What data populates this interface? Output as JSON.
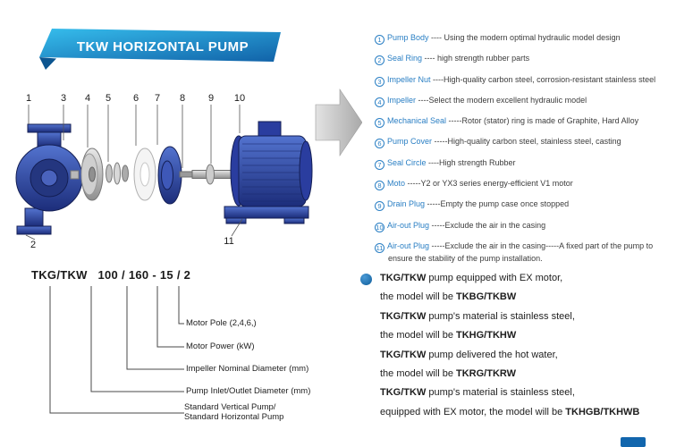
{
  "banner": {
    "title": "TKW HORIZONTAL PUMP"
  },
  "diagram": {
    "top_numbers": [
      "1",
      "3",
      "4",
      "5",
      "6",
      "7",
      "8",
      "9",
      "10"
    ],
    "bottom_numbers": [
      "2",
      "11"
    ]
  },
  "parts_list": [
    {
      "num": "1",
      "name": "Pump Body",
      "desc": "---- Using the modern optimal hydraulic model design"
    },
    {
      "num": "2",
      "name": "Seal Ring",
      "desc": "---- high strength rubber parts"
    },
    {
      "num": "3",
      "name": "Impeller Nut",
      "desc": "----High-quality carbon steel, corrosion-resistant stainless steel"
    },
    {
      "num": "4",
      "name": "Impeller",
      "desc": "----Select the modern excellent hydraulic model"
    },
    {
      "num": "5",
      "name": "Mechanical Seal",
      "desc": "-----Rotor (stator) ring is made of Graphite, Hard Alloy"
    },
    {
      "num": "6",
      "name": "Pump Cover",
      "desc": "-----High-quality carbon steel, stainless steel, casting"
    },
    {
      "num": "7",
      "name": "Seal Circle",
      "desc": "----High strength Rubber"
    },
    {
      "num": "8",
      "name": "Moto",
      "desc": "-----Y2 or YX3 series energy-efficient V1 motor"
    },
    {
      "num": "9",
      "name": "Drain Plug",
      "desc": "-----Empty the pump case once stopped"
    },
    {
      "num": "10",
      "name": "Air-out Plug",
      "desc": "-----Exclude the air in the casing"
    },
    {
      "num": "11",
      "name": "Air-out Plug",
      "desc": "-----Exclude the air in the casing-----A fixed part of the pump to ensure the stability of the pump installation."
    }
  ],
  "model_legend": {
    "code": "TKG/TKW   100 / 160 - 15 / 2",
    "callouts": [
      "Motor Pole (2,4,6,)",
      "Motor Power  (kW)",
      "Impeller Nominal Diameter (mm)",
      "Pump Inlet/Outlet Diameter (mm)",
      "Standard Vertical Pump/\nStandard  Horizontal Pump"
    ]
  },
  "notes": [
    {
      "segments": [
        {
          "t": "TKG/TKW",
          "b": true
        },
        {
          "t": " pump equipped with EX motor,",
          "b": false
        }
      ]
    },
    {
      "segments": [
        {
          "t": "the model will be ",
          "b": false
        },
        {
          "t": "TKBG/TKBW",
          "b": true
        }
      ]
    },
    {
      "segments": [
        {
          "t": "TKG/TKW",
          "b": true
        },
        {
          "t": " pump's material is stainless steel,",
          "b": false
        }
      ]
    },
    {
      "segments": [
        {
          "t": "the model will be ",
          "b": false
        },
        {
          "t": "TKHG/TKHW",
          "b": true
        }
      ]
    },
    {
      "segments": [
        {
          "t": "TKG/TKW",
          "b": true
        },
        {
          "t": " pump delivered the hot water,",
          "b": false
        }
      ]
    },
    {
      "segments": [
        {
          "t": "the model will be ",
          "b": false
        },
        {
          "t": "TKRG/TKRW",
          "b": true
        }
      ]
    },
    {
      "segments": [
        {
          "t": "TKG/TKW",
          "b": true
        },
        {
          "t": " pump's material is stainless steel,",
          "b": false
        }
      ]
    },
    {
      "segments": [
        {
          "t": "equipped with EX motor, the model will be ",
          "b": false
        },
        {
          "t": "TKHGB/TKHWB",
          "b": true
        }
      ]
    }
  ],
  "colors": {
    "banner_start": "#36bdec",
    "banner_end": "#1162a8",
    "part_name_blue": "#2a7fc4",
    "pump_blue": "#2c4aa8",
    "bullet_blue": "#1b75bb"
  }
}
